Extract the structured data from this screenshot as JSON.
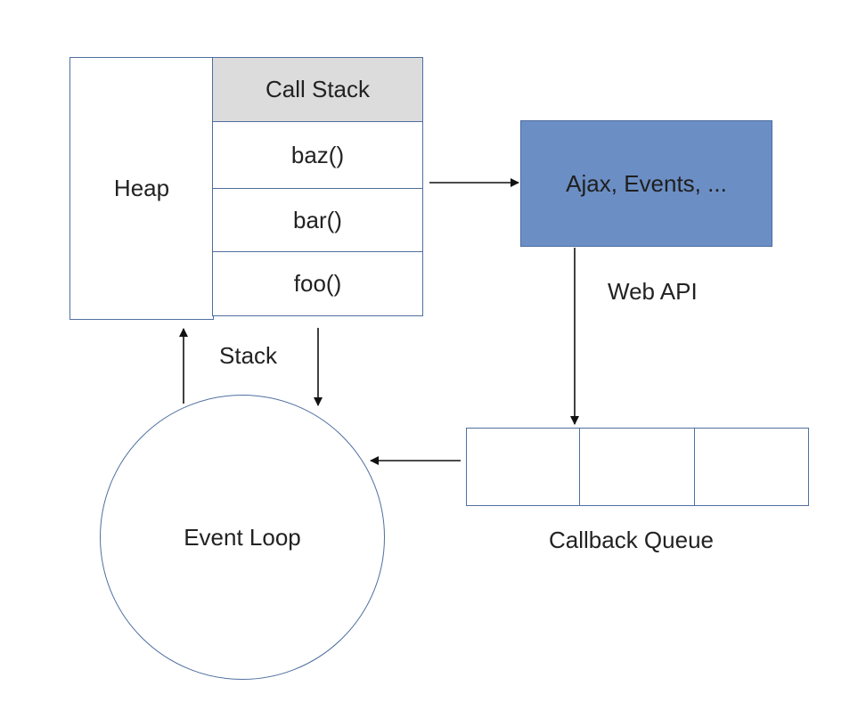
{
  "heap": {
    "label": "Heap"
  },
  "call_stack": {
    "header": "Call Stack",
    "frames": [
      "baz()",
      "bar()",
      "foo()"
    ],
    "caption": "Stack"
  },
  "web_api": {
    "box_label": "Ajax, Events, ...",
    "caption": "Web API"
  },
  "callback_queue": {
    "caption": "Callback Queue"
  },
  "event_loop": {
    "label": "Event Loop"
  },
  "colors": {
    "web_api_fill": "#6b8ec4",
    "header_fill": "#dcdcdc",
    "border": "#4f6fa0"
  }
}
